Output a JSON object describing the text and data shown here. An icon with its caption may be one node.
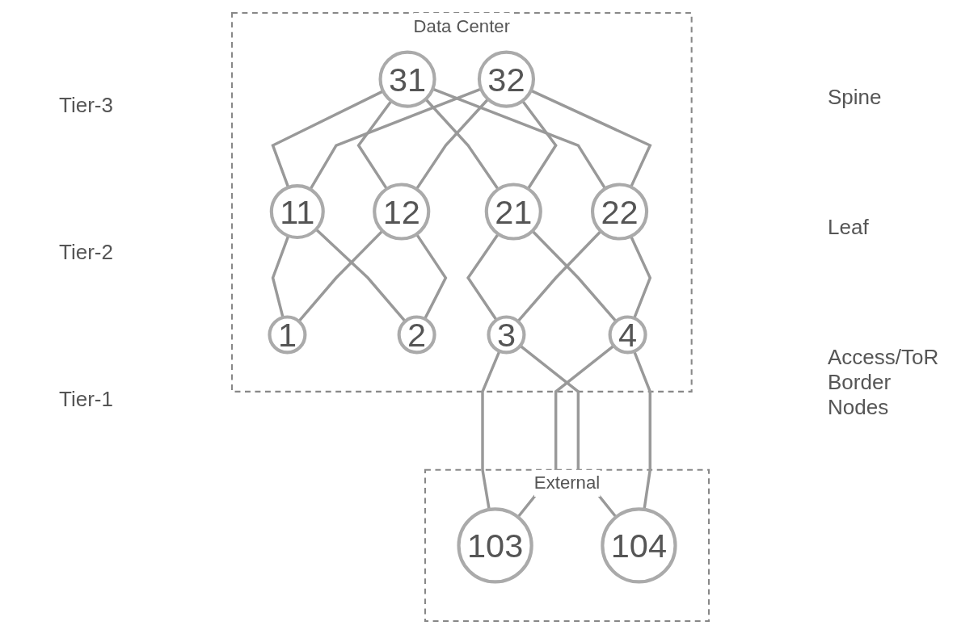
{
  "diagram": {
    "nodes": [
      {
        "text": [
          "Data Center"
        ]
      },
      {
        "text": [
          "31"
        ],
        "in": 0
      },
      {
        "text": [
          "32"
        ],
        "in": 0
      },
      {
        "text": [
          "11"
        ],
        "in": 0
      },
      {
        "text": [
          "12"
        ],
        "in": 0
      },
      {
        "text": [
          "21"
        ],
        "in": 0
      },
      {
        "text": [
          "22"
        ],
        "in": 0
      },
      {
        "text": [
          "1"
        ],
        "in": 0
      },
      {
        "text": [
          "2"
        ],
        "in": 0
      },
      {
        "text": [
          "3"
        ],
        "in": 0
      },
      {
        "text": [
          "4"
        ],
        "in": 0
      },
      {
        "text": [
          "External"
        ]
      },
      {
        "text": [
          "103"
        ],
        "in": 11
      },
      {
        "text": [
          "104"
        ],
        "in": 11
      }
    ],
    "edges": [
      {
        "from": 1,
        "to": 3,
        "arrow": "none"
      },
      {
        "from": 1,
        "to": 4,
        "arrow": "none"
      },
      {
        "from": 1,
        "to": 5,
        "arrow": "none"
      },
      {
        "from": 1,
        "to": 6,
        "arrow": "none"
      },
      {
        "from": 2,
        "to": 3,
        "arrow": "none"
      },
      {
        "from": 2,
        "to": 4,
        "arrow": "none"
      },
      {
        "from": 2,
        "to": 5,
        "arrow": "none"
      },
      {
        "from": 2,
        "to": 6,
        "arrow": "none"
      },
      {
        "from": 3,
        "to": 7,
        "arrow": "none"
      },
      {
        "from": 3,
        "to": 8,
        "arrow": "none"
      },
      {
        "from": 4,
        "to": 7,
        "arrow": "none"
      },
      {
        "from": 4,
        "to": 8,
        "arrow": "none"
      },
      {
        "from": 5,
        "to": 9,
        "arrow": "none"
      },
      {
        "from": 5,
        "to": 10,
        "arrow": "none"
      },
      {
        "from": 6,
        "to": 9,
        "arrow": "none"
      },
      {
        "from": 6,
        "to": 10,
        "arrow": "none"
      },
      {
        "from": 9,
        "to": 12,
        "arrow": "none"
      },
      {
        "from": 9,
        "to": 13,
        "arrow": "none"
      },
      {
        "from": 10,
        "to": 12,
        "arrow": "none"
      },
      {
        "from": 10,
        "to": 13,
        "arrow": "none"
      }
    ],
    "labels": [
      "Tier-3",
      "Spine",
      "Tier-2",
      "Leaf",
      "Tier-1",
      "Access/ToR Border Nodes"
    ]
  }
}
